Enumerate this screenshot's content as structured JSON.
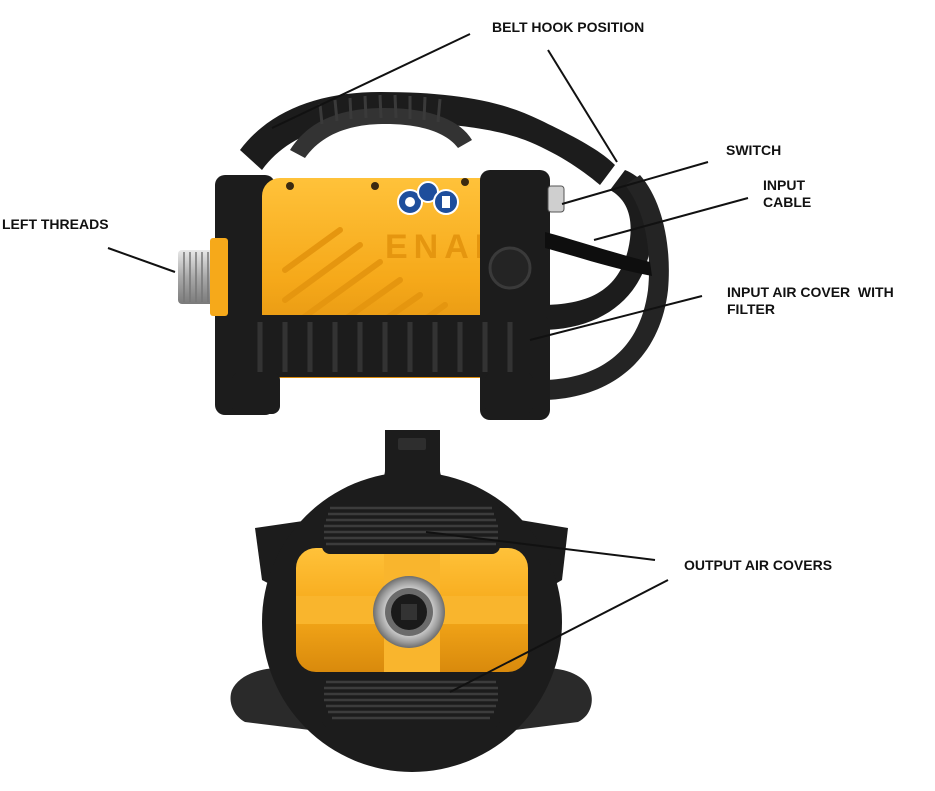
{
  "colors": {
    "body_yellow": "#f6a91a",
    "body_yellow_dark": "#d98a0c",
    "rubber_black": "#1c1c1c",
    "rubber_dark": "#2c2c2c",
    "steel": "#b8b8b8",
    "label_text": "#111111",
    "leader_line": "#111111",
    "badge_blue": "#1e4e9c"
  },
  "brand_text": "ENAR",
  "labels": {
    "belt_hook": "BELT HOOK POSITION",
    "switch": "SWITCH",
    "input_cable": [
      "INPUT",
      "CABLE"
    ],
    "left_threads": "LEFT THREADS",
    "input_air_cover": [
      "INPUT AIR COVER  WITH",
      "FILTER"
    ],
    "output_air_covers": "OUTPUT AIR COVERS"
  }
}
